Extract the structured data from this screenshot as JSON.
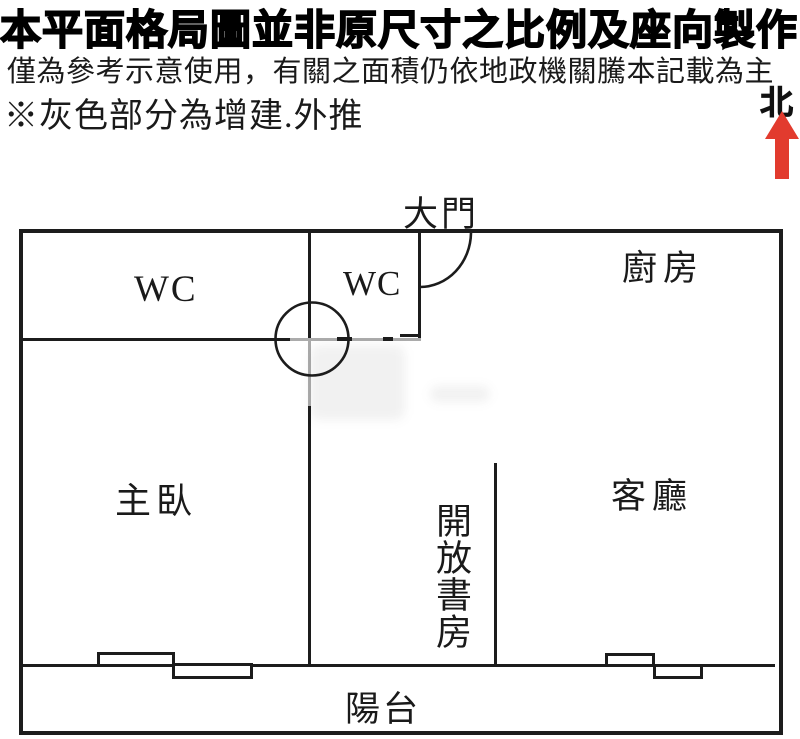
{
  "header": {
    "title": "本平面格局圖並非原尺寸之比例及座向製作",
    "subtitle": "僅為參考示意使用，有關之面積仍依地政機關騰本記載為主",
    "note": "※灰色部分為增建.外推"
  },
  "compass": {
    "label": "北",
    "arrow_icon": "north-arrow-up",
    "arrow_color": "#e23b2e"
  },
  "floor_plan": {
    "rooms": [
      {
        "id": "main-door",
        "label": "大門"
      },
      {
        "id": "wc-1",
        "label": "WC"
      },
      {
        "id": "wc-2",
        "label": "WC"
      },
      {
        "id": "kitchen",
        "label": "廚房"
      },
      {
        "id": "master-bedroom",
        "label": "主臥"
      },
      {
        "id": "open-study",
        "label": "開放書房"
      },
      {
        "id": "living-room",
        "label": "客廳"
      },
      {
        "id": "balcony",
        "label": "陽台"
      }
    ],
    "colors": {
      "wall": "#1c1c1c",
      "annex_wall": "#ababab"
    }
  }
}
